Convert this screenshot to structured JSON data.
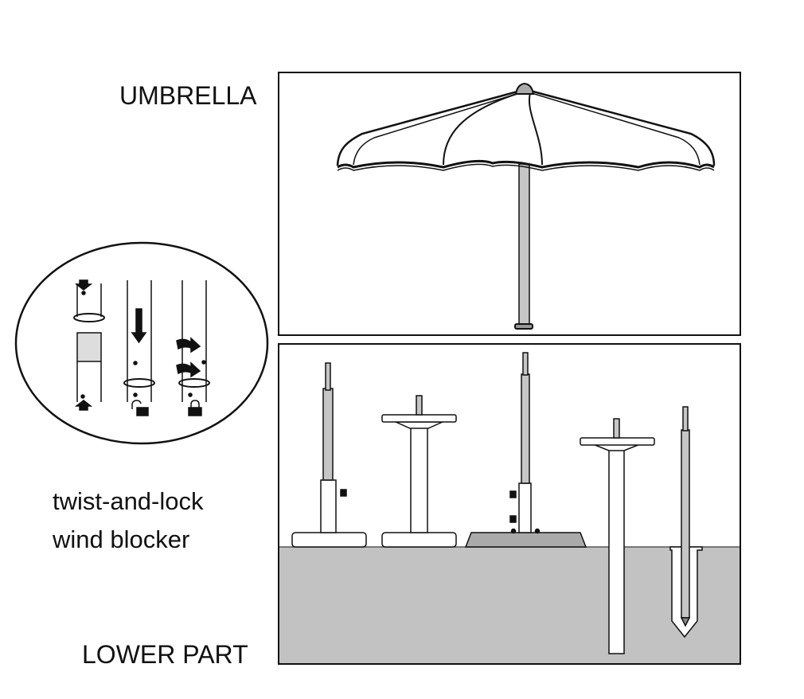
{
  "labels": {
    "umbrella": "UMBRELLA",
    "lower_part": "LOWER PART",
    "twist_line1": "twist-and-lock",
    "twist_line2": "wind blocker"
  },
  "colors": {
    "line": "#111111",
    "pole_fill": "#c6c6c6",
    "ground_fill": "#c2c2c2",
    "background": "#ffffff"
  },
  "detail_steps": [
    "align-pins",
    "push-down-unlocked",
    "twist-locked"
  ],
  "bases": [
    "weighted-base-with-knob",
    "plate-base-stand",
    "trapezoid-heavy-base",
    "ground-spike-with-plate",
    "ground-anchor-with-sleeve"
  ]
}
